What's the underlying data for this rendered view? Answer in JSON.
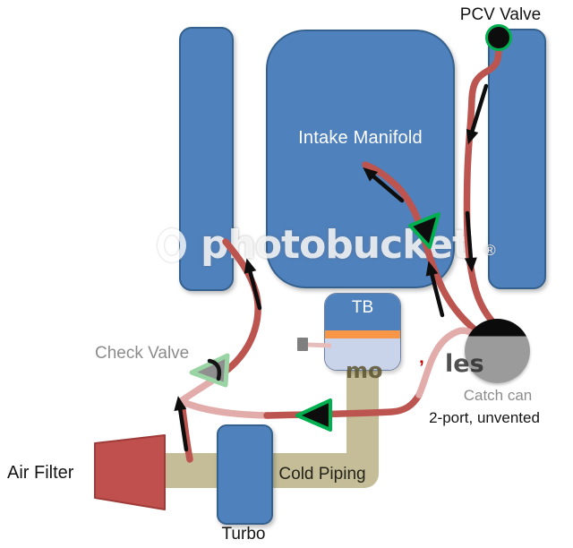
{
  "components": {
    "pcv_valve": {
      "label": "PCV Valve"
    },
    "intake_manifold": {
      "label": "Intake Manifold"
    },
    "throttle_body": {
      "label": "TB"
    },
    "check_valve": {
      "label": "Check Valve"
    },
    "catch_can": {
      "label": "Catch can",
      "sublabel": "2-port, unvented"
    },
    "air_filter": {
      "label": "Air Filter"
    },
    "cold_piping": {
      "label": "Cold Piping"
    },
    "turbo": {
      "label": "Turbo"
    }
  },
  "watermark": {
    "brand": "photobucket",
    "registered": "®",
    "fragment_mo": "mo",
    "fragment_les": "les",
    "fragment_tick": "’"
  },
  "colors": {
    "block_blue": "#4F81BD",
    "block_blue_border": "#35618E",
    "hose_red": "#BC5450",
    "hose_light": "#E2ACAA",
    "pipe_tan": "#C4BD97",
    "tb_orange": "#F79646",
    "tb_light": "#C9D3EA",
    "valve_green": "#00B050",
    "check_valve_green": "#9BD4A4",
    "catch_can_gray": "#9B9B9B",
    "label_gray": "#8C8C8C",
    "filter_red": "#C0504D",
    "filter_red_border": "#9E3B38"
  }
}
